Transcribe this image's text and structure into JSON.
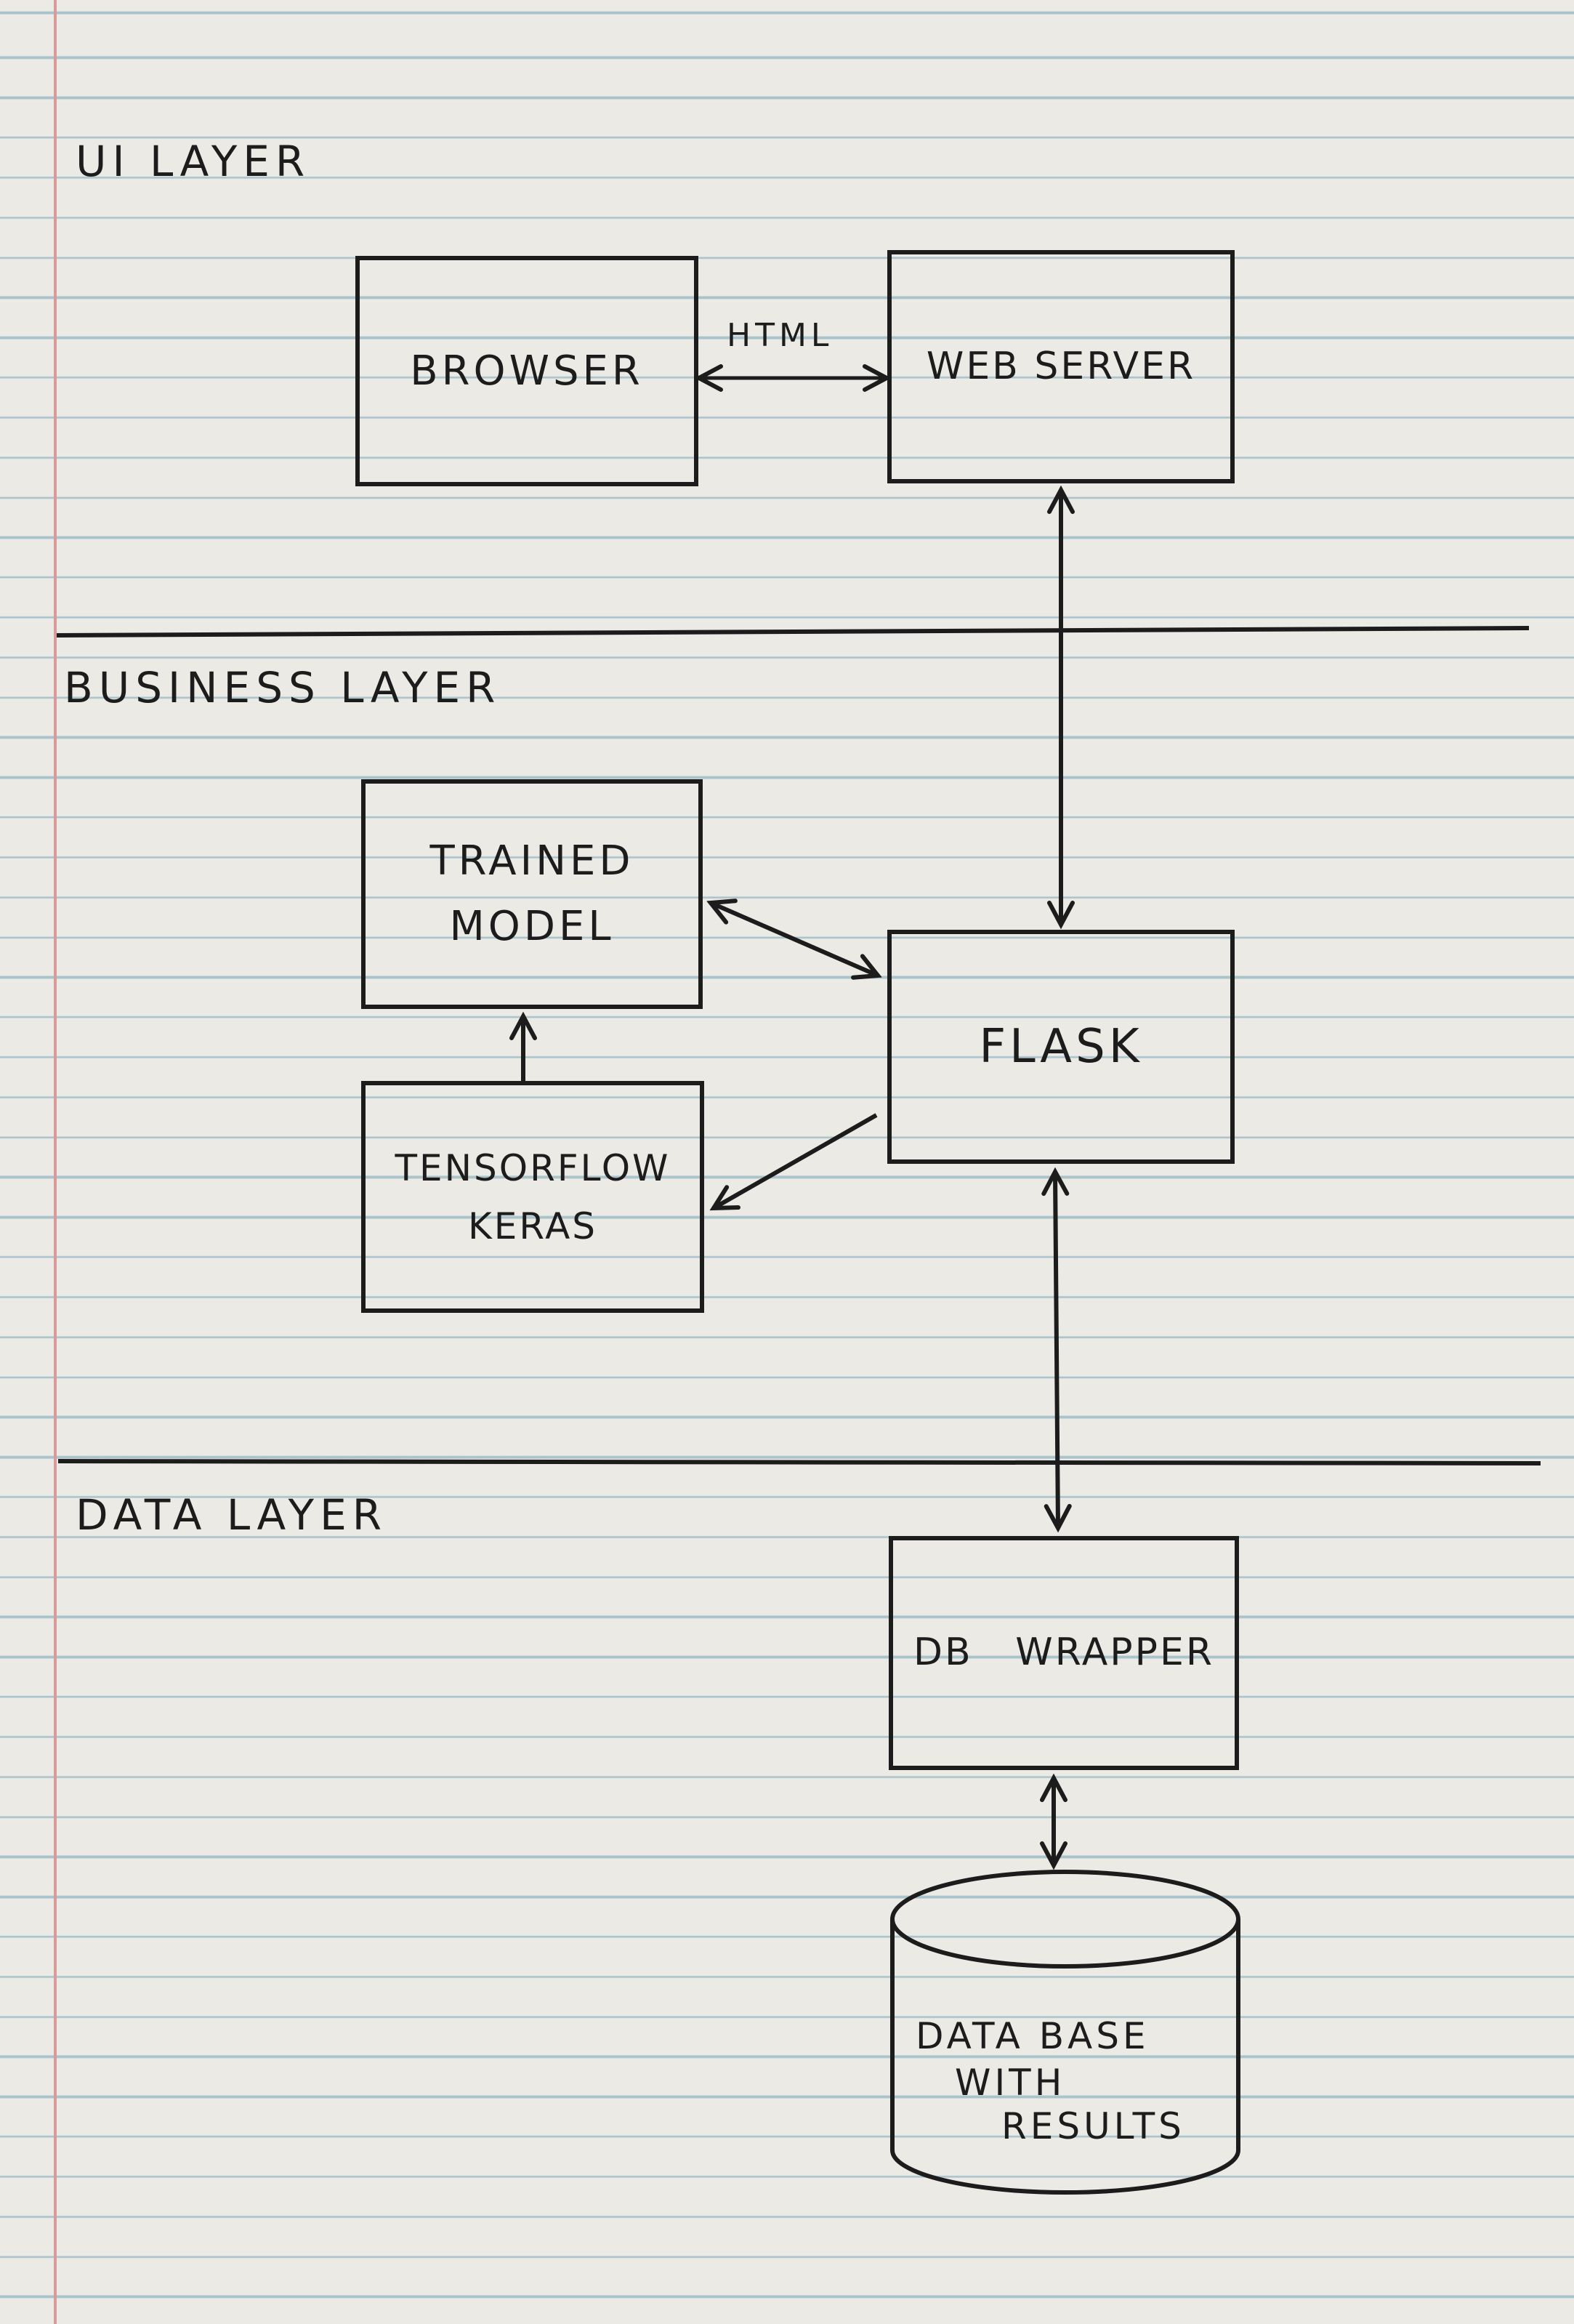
{
  "layers": {
    "ui": "UI LAYER",
    "business": "BUSINESS LAYER",
    "data": "DATA LAYER"
  },
  "nodes": {
    "browser": "BROWSER",
    "web_server": "WEB SERVER",
    "trained_model_line1": "TRAINED",
    "trained_model_line2": "MODEL",
    "flask": "FLASK",
    "tensorflow_line1": "TENSORFLOW",
    "tensorflow_line2": "KERAS",
    "db_wrapper": "DB   WRAPPER",
    "database_line1": "DATA BASE",
    "database_line2": "WITH",
    "database_line3": "RESULTS"
  },
  "edges": {
    "browser_webserver": "HTML"
  },
  "colors": {
    "ink": "#1c1c1c",
    "paper": "#ebeae5",
    "rule": "#a9c3cc",
    "margin": "#d99a9a"
  }
}
